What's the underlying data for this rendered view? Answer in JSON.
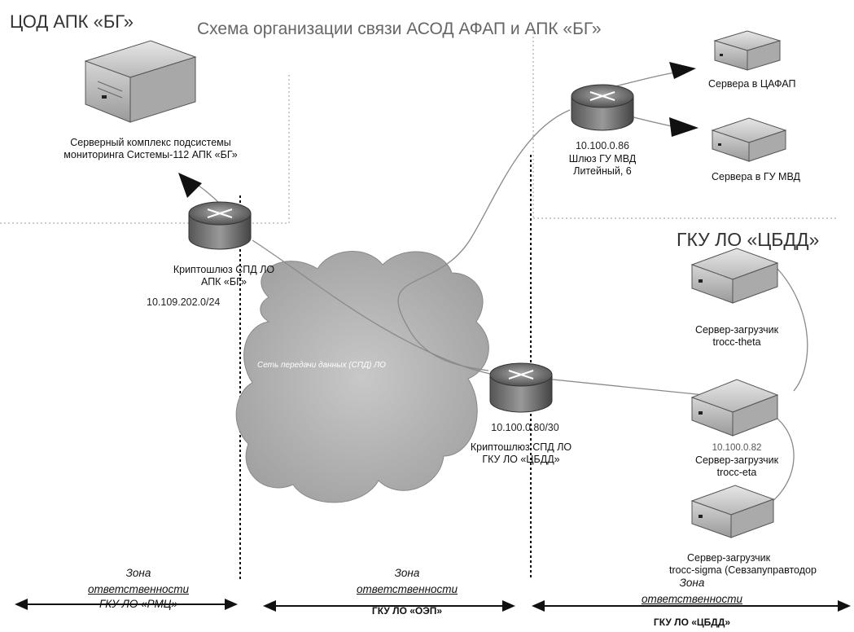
{
  "header": {
    "left_title": "ЦОД АПК «БГ»",
    "center_title": "Схема организации связи АСОД АФАП и АПК «БГ»"
  },
  "servers": {
    "monitoring": {
      "label_line1": "Серверный комплекс подсистемы",
      "label_line2": "мониторинга Системы-112 АПК «БГ»"
    },
    "cafap": {
      "label": "Сервера в ЦАФАП"
    },
    "gumvd": {
      "label": "Сервера в ГУ МВД"
    },
    "theta": {
      "label_line1": "Сервер-загрузчик",
      "label_line2": "trocc-theta"
    },
    "eta": {
      "ip": "10.100.0.82",
      "label_line1": "Сервер-загрузчик",
      "label_line2": "trocc-eta"
    },
    "sigma": {
      "label_line1": "Сервер-загрузчик",
      "label_line2": "trocc-sigma (Севзапуправтодор"
    }
  },
  "routers": {
    "bg": {
      "label_line1": "Криптошлюз СПД ЛО",
      "label_line2": "АПК «БГ»",
      "subnet": "10.109.202.0/24"
    },
    "mvd": {
      "ip": "10.100.0.86",
      "label_line1": "Шлюз ГУ МВД",
      "label_line2": "Литейный, 6"
    },
    "cbdd": {
      "subnet": "10.100.0.80/30",
      "label_line1": "Криптошлюз СПД ЛО",
      "label_line2": "ГКУ ЛО «ЦБДД»"
    }
  },
  "cloud": {
    "label": "Сеть передачи данных (СПД) ЛО"
  },
  "org_label": "ГКУ ЛО «ЦБДД»",
  "zones": [
    {
      "line1": "Зона",
      "line2": "ответственности",
      "line3": "ГКУ ЛО «РМЦ»"
    },
    {
      "line1": "Зона",
      "line2": "ответственности",
      "line3": "ГКУ ЛО «ОЭП»"
    },
    {
      "line1": "Зона",
      "line2": "ответственности",
      "line3": "ГКУ ЛО «ЦБДД»"
    }
  ]
}
